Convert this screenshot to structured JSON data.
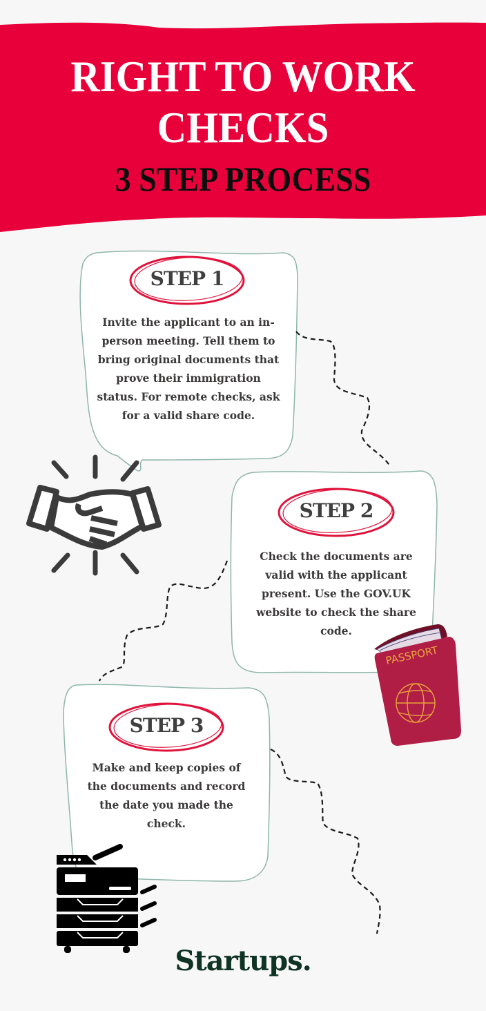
{
  "header": {
    "title_line1": "RIGHT TO WORK",
    "title_line2": "CHECKS",
    "subtitle": "3 STEP PROCESS"
  },
  "steps": [
    {
      "heading": "STEP 1",
      "body": "Invite the applicant to an in-person meeting. Tell them to bring original documents that prove their immigration status. For remote checks, ask for a valid share code.",
      "icon": "handshake-icon"
    },
    {
      "heading": "STEP 2",
      "body": "Check the documents are valid with the applicant present. Use the GOV.UK website to check the share code.",
      "icon": "passport-icon",
      "icon_label": "PASSPORT"
    },
    {
      "heading": "STEP 3",
      "body": "Make and keep copies of the documents and record the date you made the check.",
      "icon": "photocopier-icon"
    }
  ],
  "footer": {
    "logo": "Startups."
  },
  "colors": {
    "banner": "#e8003b",
    "background": "#f7f7f7",
    "card_border": "#8fb5ac",
    "circle": "#e0123b",
    "text_dark": "#3b3838",
    "logo": "#0f3324",
    "passport": "#b01e46",
    "passport_text": "#e8a33c"
  }
}
